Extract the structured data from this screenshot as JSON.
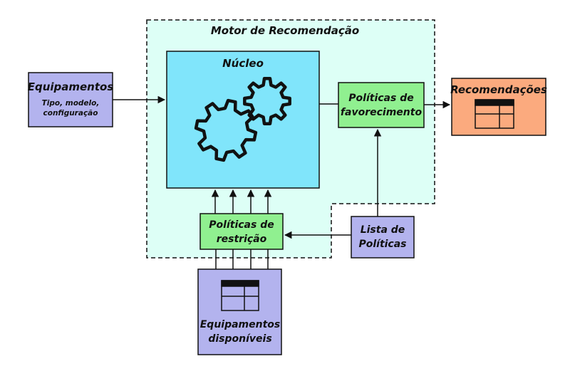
{
  "engine": {
    "title": "Motor de Recomendação"
  },
  "core": {
    "title": "Núcleo"
  },
  "equipment_input": {
    "title": "Equipamentos",
    "subtitle_line1": "Tipo, modelo,",
    "subtitle_line2": "configuração"
  },
  "favoring_policies": {
    "line1": "Políticas de",
    "line2": "favorecimento"
  },
  "recommendations": {
    "title": "Recomendações"
  },
  "restriction_policies": {
    "line1": "Políticas de",
    "line2": "restrição"
  },
  "policy_list": {
    "line1": "Lista de",
    "line2": "Políticas"
  },
  "available_equipment": {
    "line1": "Equipamentos",
    "line2": "disponíveis"
  },
  "colors": {
    "engine_fill": "#ddfff6",
    "core_fill": "#80e5fb",
    "green_fill": "#90f090",
    "purple_fill": "#b3b3ee",
    "orange_fill": "#fbaa7e",
    "stroke": "#111111"
  },
  "icons": [
    "gear-icon",
    "gear-icon",
    "table-icon",
    "table-icon"
  ]
}
